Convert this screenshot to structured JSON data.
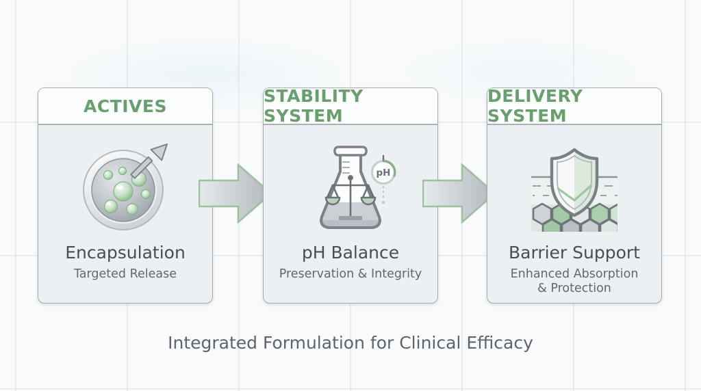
{
  "diagram": {
    "caption": "Integrated Formulation for Clinical Efficacy",
    "cards": [
      {
        "header": "ACTIVES",
        "title": "Encapsulation",
        "subtitle": "Targeted Release",
        "icon": "encapsulated-active-sphere"
      },
      {
        "header": "STABILITY SYSTEM",
        "title": "pH Balance",
        "subtitle": "Preservation & Integrity",
        "icon": "flask-balance-ph-gauge"
      },
      {
        "header": "DELIVERY SYSTEM",
        "title": "Barrier Support",
        "subtitle": "Enhanced Absorption & Protection",
        "icon": "shield-over-skin-barrier"
      }
    ],
    "icons": {
      "ph_badge_label": "pH"
    },
    "colors": {
      "accent_green": "#68a06c",
      "card_border": "#a4abb1",
      "card_header_bg": "#fcfdfd",
      "card_body_bg": "#edf0f2",
      "title_text": "#474e55",
      "subtitle_text": "#60676d",
      "caption_text": "#5d646b",
      "arrow_outline": "#9cc29c",
      "arrow_fill_light": "#e7eaec",
      "arrow_fill_dark": "#b2b8bd"
    }
  }
}
